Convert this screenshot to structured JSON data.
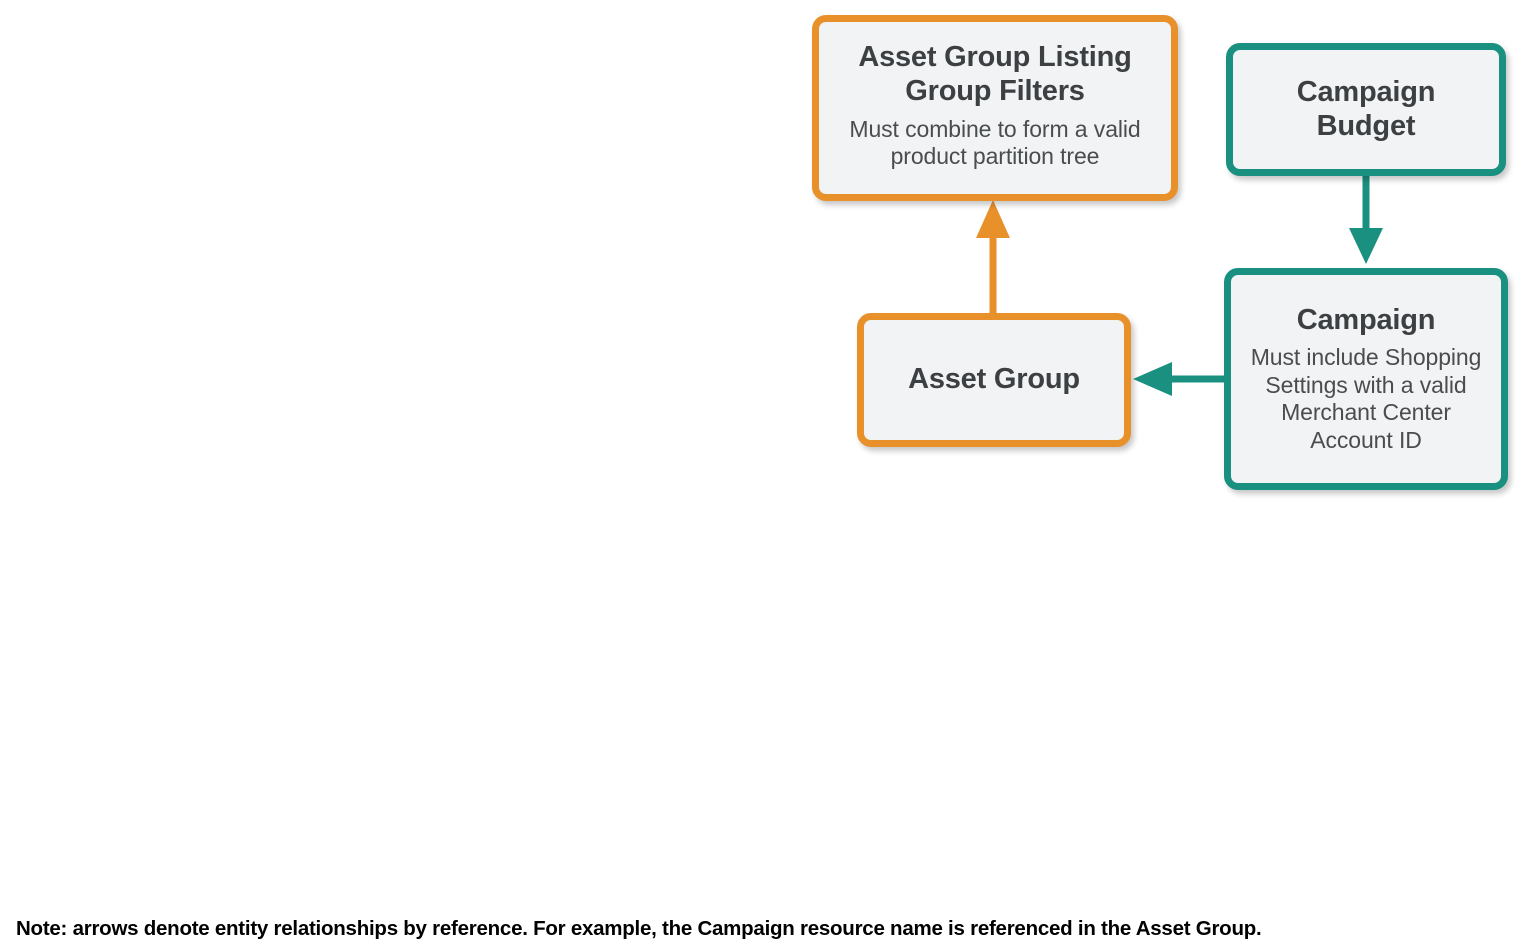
{
  "diagram": {
    "type": "entity-relationship",
    "colors": {
      "orange": "#E8912A",
      "teal": "#1A9080",
      "node_fill": "#F1F3F4",
      "title_text": "#3C4043",
      "subtitle_text": "#4A4D50",
      "background": "#FFFFFF",
      "footnote_text": "#000000"
    },
    "nodes": [
      {
        "id": "asset-group-listing-group-filters",
        "title": "Asset Group Listing Group Filters",
        "subtitle": "Must combine to form a valid product partition tree",
        "color": "orange"
      },
      {
        "id": "campaign-budget",
        "title": "Campaign Budget",
        "subtitle": "",
        "color": "teal"
      },
      {
        "id": "asset-group",
        "title": "Asset Group",
        "subtitle": "",
        "color": "orange"
      },
      {
        "id": "campaign",
        "title": "Campaign",
        "subtitle": "Must include Shopping Settings with a valid Merchant Center Account ID",
        "color": "teal"
      }
    ],
    "edges": [
      {
        "id": "asset-group-to-listing-group-filters",
        "from": "asset-group",
        "to": "asset-group-listing-group-filters",
        "direction": "up",
        "color": "orange"
      },
      {
        "id": "campaign-budget-to-campaign",
        "from": "campaign-budget",
        "to": "campaign",
        "direction": "down",
        "color": "teal"
      },
      {
        "id": "campaign-to-asset-group",
        "from": "campaign",
        "to": "asset-group",
        "direction": "left",
        "color": "teal"
      }
    ],
    "footnote": "Note: arrows denote entity relationships by reference. For example, the Campaign resource name is referenced in the Asset Group."
  }
}
